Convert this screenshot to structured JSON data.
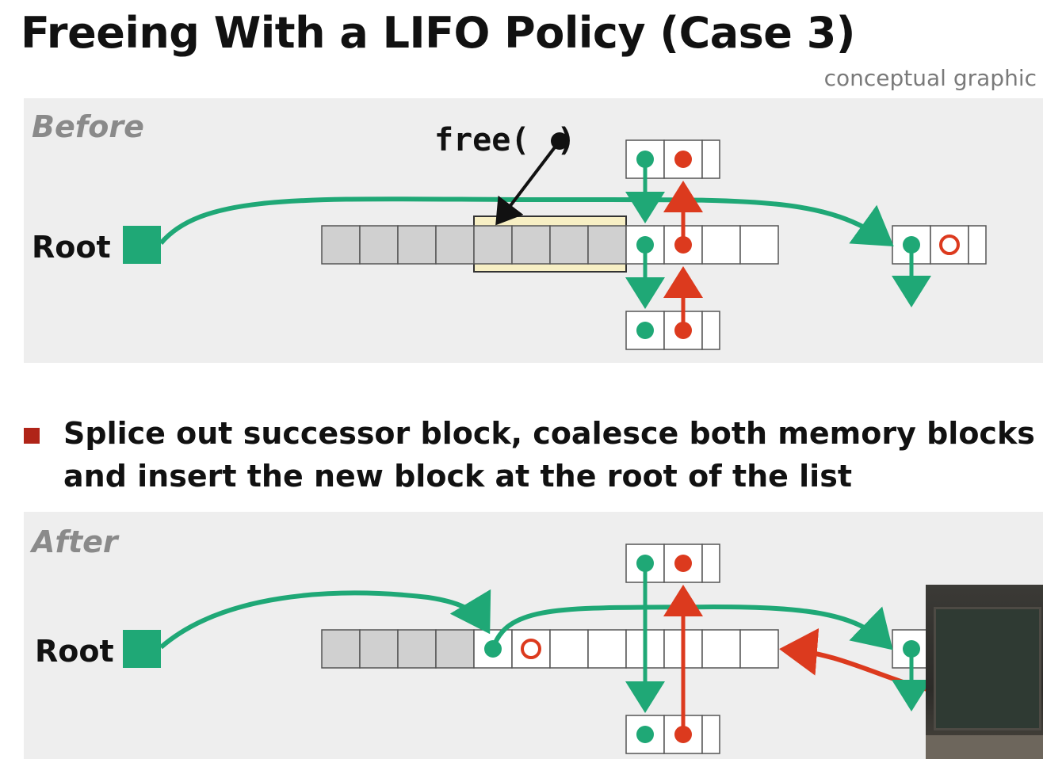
{
  "header": {
    "title": "Freeing With a LIFO Policy (Case 3)",
    "subtitle": "conceptual graphic"
  },
  "before": {
    "label": "Before",
    "root_label": "Root",
    "free_call": "free(",
    "free_call_close": ")"
  },
  "bullet": {
    "text": "Splice out successor block, coalesce both memory blocks and insert the new block at the root of the list"
  },
  "after": {
    "label": "After",
    "root_label": "Root"
  },
  "colors": {
    "green": "#1fa876",
    "red": "#dc3a1e",
    "gray": "#d0d0d0",
    "highlight": "#f7efc4",
    "bullet": "#b02418"
  },
  "icons": {
    "webcam": "presenter-webcam-overlay"
  }
}
